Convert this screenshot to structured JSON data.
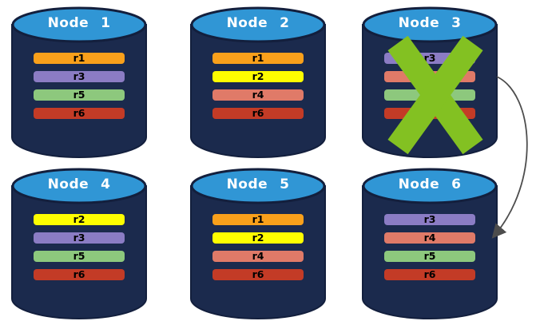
{
  "diagram": {
    "title_hint": "replicated database nodes",
    "colors": {
      "cyl-body": "#1B2A4D",
      "cyl-outline": "#131F3D",
      "cyl-top": "#3096D5",
      "title-text": "#FFFFFF",
      "x-mark": "#83C122",
      "arrow": "#4D4D4D"
    },
    "nodes": [
      {
        "title": "Node 1",
        "failed": false,
        "bars": [
          {
            "label": "r1",
            "color": "#F9A01B"
          },
          {
            "label": "r3",
            "color": "#8B7CC4"
          },
          {
            "label": "r5",
            "color": "#8DC87D"
          },
          {
            "label": "r6",
            "color": "#C33B26"
          }
        ]
      },
      {
        "title": "Node 2",
        "failed": false,
        "bars": [
          {
            "label": "r1",
            "color": "#F9A01B"
          },
          {
            "label": "r2",
            "color": "#FEFE00"
          },
          {
            "label": "r4",
            "color": "#E07A68"
          },
          {
            "label": "r6",
            "color": "#C33B26"
          }
        ]
      },
      {
        "title": "Node 3",
        "failed": true,
        "bars": [
          {
            "label": "r3",
            "color": "#8B7CC4"
          },
          {
            "label": "",
            "color": "#E07A68"
          },
          {
            "label": "",
            "color": "#8DC87D"
          },
          {
            "label": "",
            "color": "#C33B26"
          }
        ]
      },
      {
        "title": "Node 4",
        "failed": false,
        "bars": [
          {
            "label": "r2",
            "color": "#FEFE00"
          },
          {
            "label": "r3",
            "color": "#8B7CC4"
          },
          {
            "label": "r5",
            "color": "#8DC87D"
          },
          {
            "label": "r6",
            "color": "#C33B26"
          }
        ]
      },
      {
        "title": "Node 5",
        "failed": false,
        "bars": [
          {
            "label": "r1",
            "color": "#F9A01B"
          },
          {
            "label": "r2",
            "color": "#FEFE00"
          },
          {
            "label": "r4",
            "color": "#E07A68"
          },
          {
            "label": "r6",
            "color": "#C33B26"
          }
        ]
      },
      {
        "title": "Node 6",
        "failed": false,
        "bars": [
          {
            "label": "r3",
            "color": "#8B7CC4"
          },
          {
            "label": "r4",
            "color": "#E07A68"
          },
          {
            "label": "r5",
            "color": "#8DC87D"
          },
          {
            "label": "r6",
            "color": "#C33B26"
          }
        ]
      }
    ],
    "arrow": {
      "from": "Node 3",
      "to": "Node 6"
    }
  }
}
